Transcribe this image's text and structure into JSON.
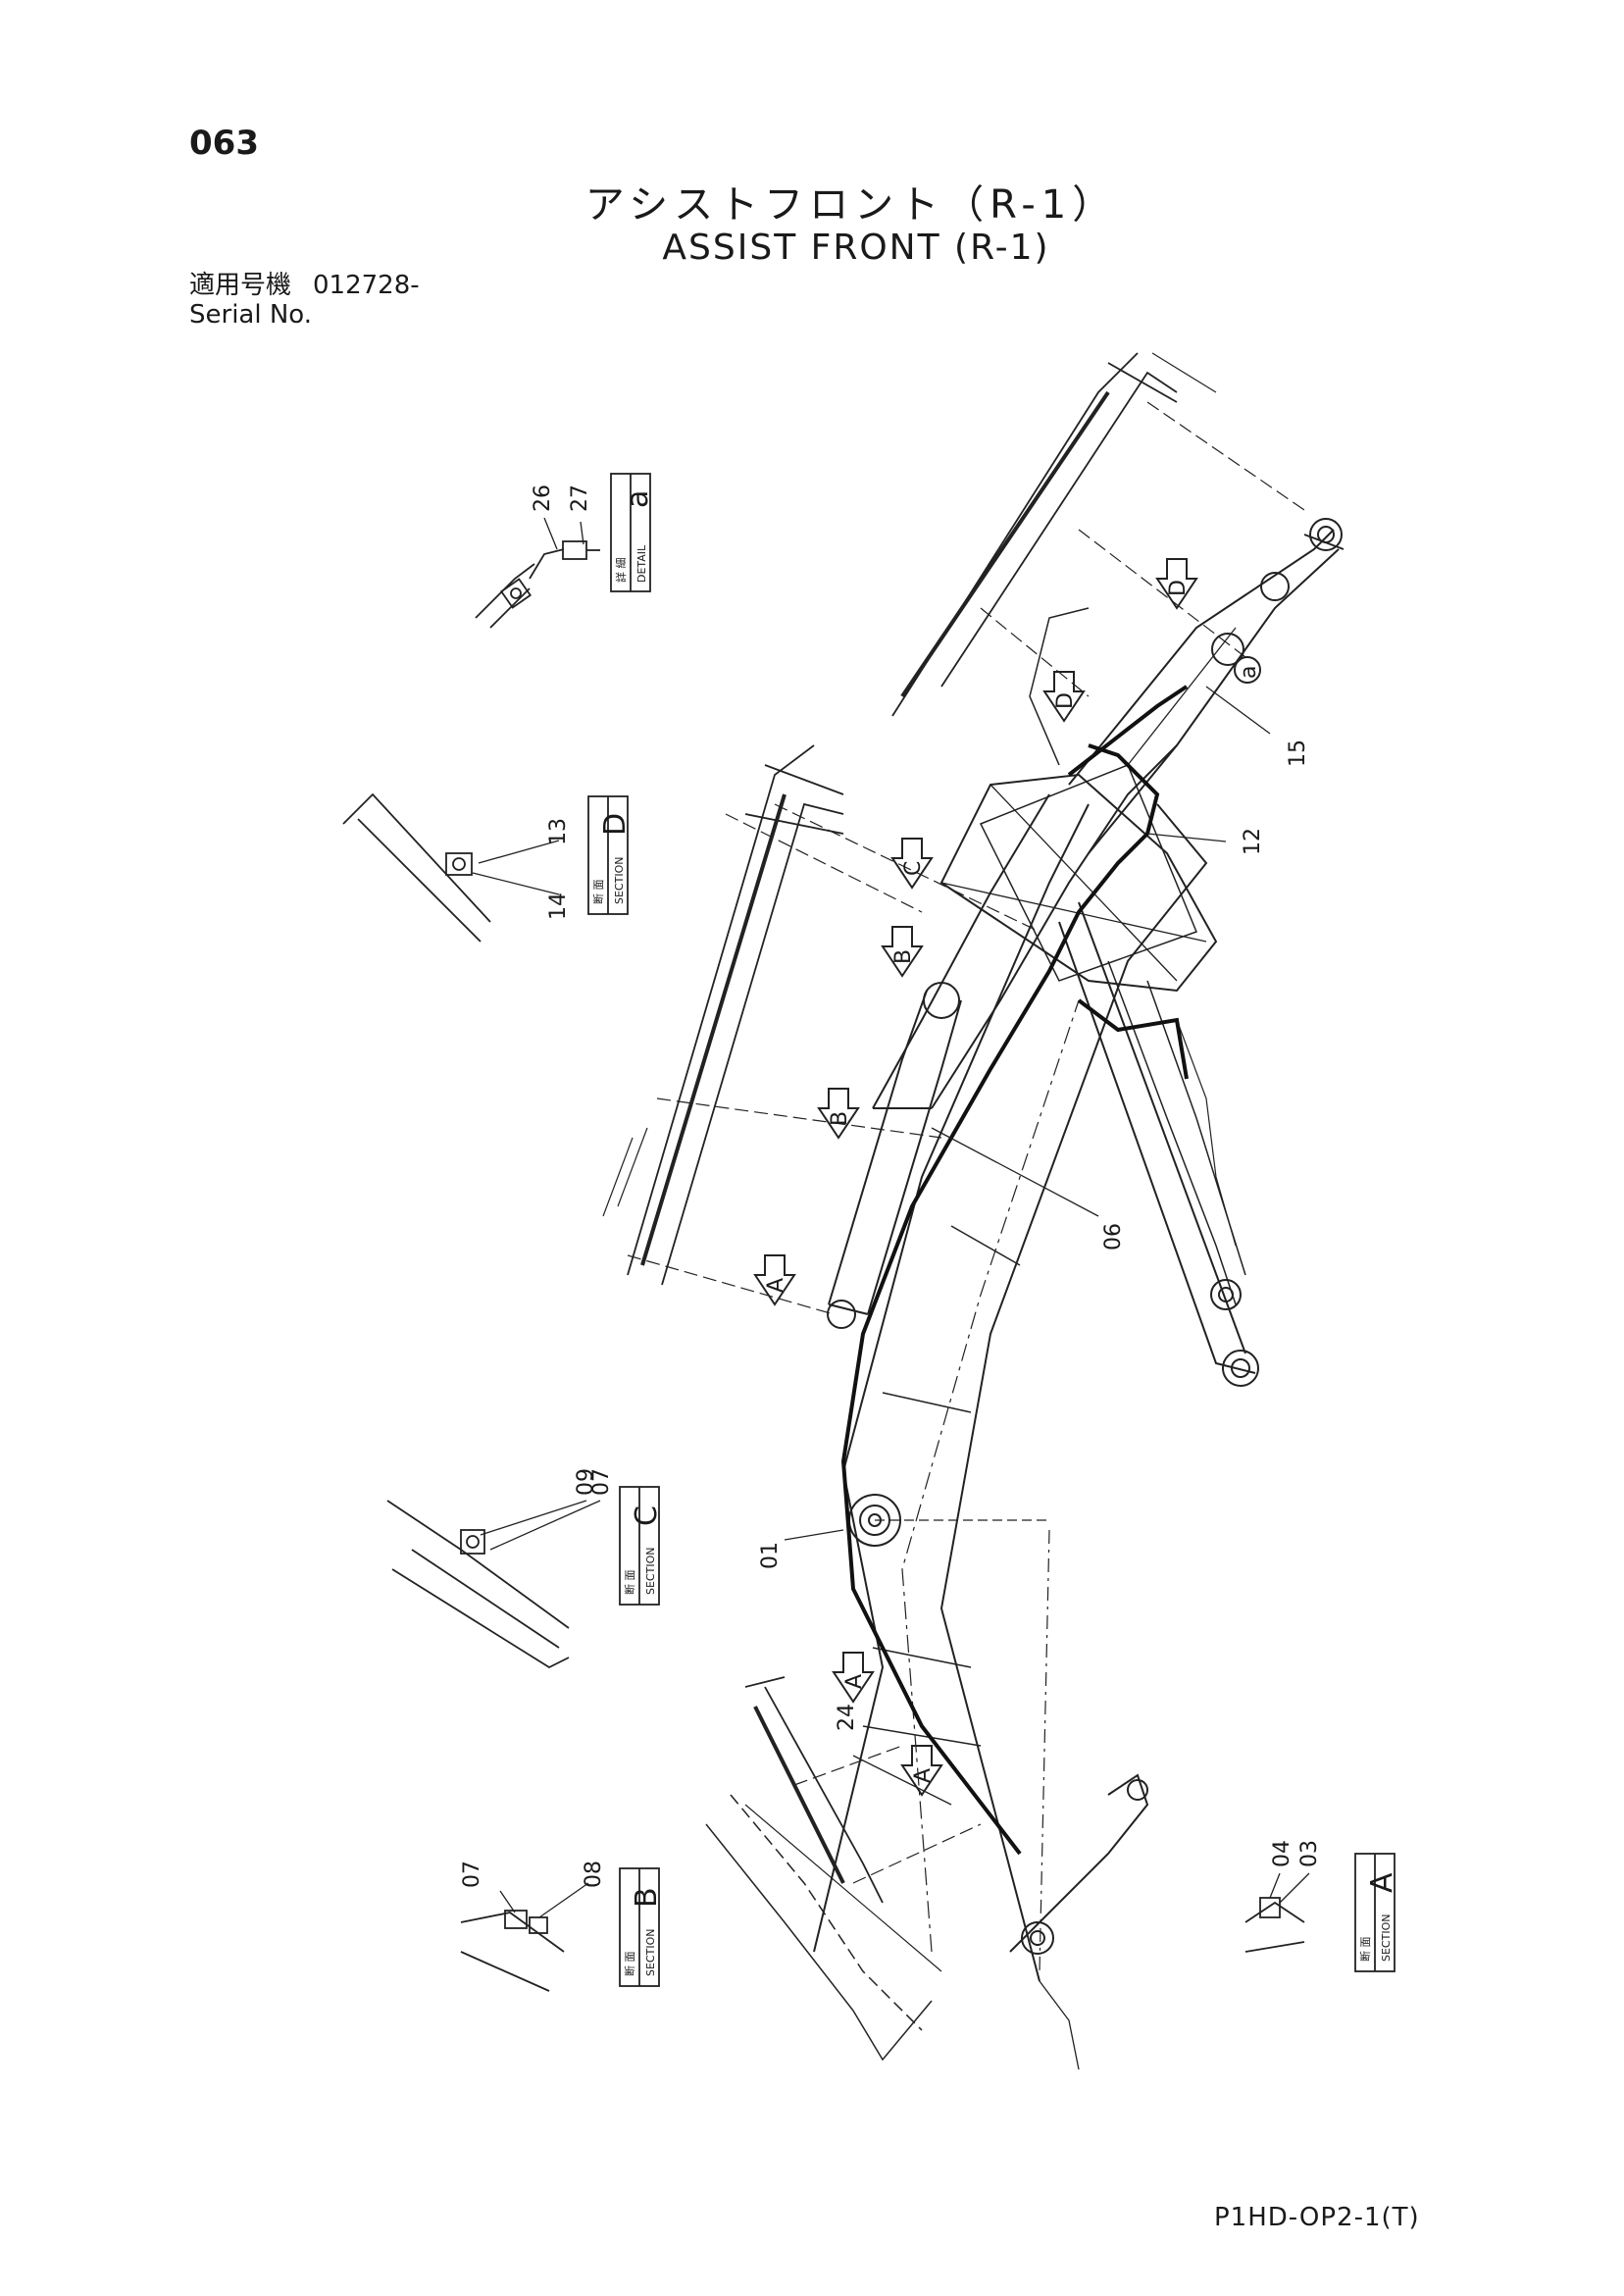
{
  "page_number": "063",
  "title_jp": "アシストフロント（R-1）",
  "title_en": "ASSIST FRONT (R-1)",
  "serial": {
    "label_jp": "適用号機",
    "label_en": "Serial No.",
    "value": "012728-"
  },
  "doc_code": "P1HD-OP2-1(T)",
  "section_boxes": {
    "detail_a": {
      "kanji": "詳 細",
      "word": "DETAIL",
      "letter": "a"
    },
    "section_d": {
      "kanji": "断 面",
      "word": "SECTION",
      "letter": "D"
    },
    "section_c": {
      "kanji": "断 面",
      "word": "SECTION",
      "letter": "C"
    },
    "section_b": {
      "kanji": "断 面",
      "word": "SECTION",
      "letter": "B"
    },
    "section_a": {
      "kanji": "断 面",
      "word": "SECTION",
      "letter": "A"
    }
  },
  "part_labels": {
    "p26": "26",
    "p27": "27",
    "p13": "13",
    "p14": "14",
    "p09": "09",
    "p07c": "07",
    "p07b": "07",
    "p08": "08",
    "p04": "04",
    "p03": "03",
    "p15": "15",
    "p12": "12",
    "p06": "06",
    "p01": "01",
    "p24": "24"
  },
  "view_arrows": {
    "a1": "A",
    "a2": "A",
    "a3": "A",
    "b1": "B",
    "b2": "B",
    "c1": "C",
    "d1": "D",
    "d2": "D",
    "detail_a": "a"
  }
}
